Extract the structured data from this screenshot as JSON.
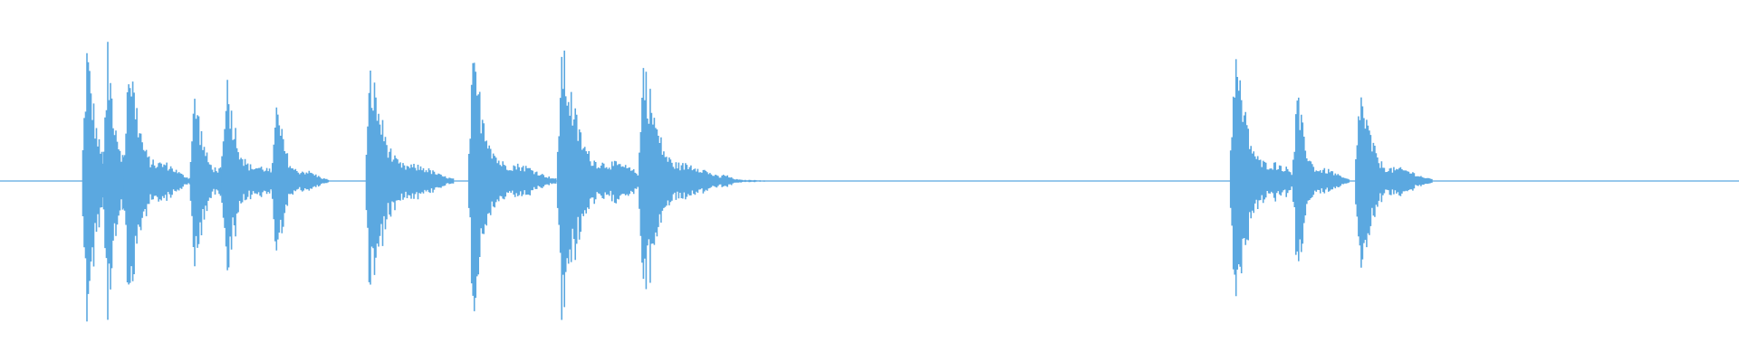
{
  "waveform": {
    "color": "#5ba8e0",
    "segments": [
      {
        "t": 0.05,
        "amp": 0.93,
        "decay": 0.05
      },
      {
        "t": 0.062,
        "amp": 0.88,
        "decay": 0.05
      },
      {
        "t": 0.074,
        "amp": 0.92,
        "decay": 0.06
      },
      {
        "t": 0.112,
        "amp": 0.62,
        "decay": 0.05
      },
      {
        "t": 0.13,
        "amp": 0.74,
        "decay": 0.06
      },
      {
        "t": 0.159,
        "amp": 0.52,
        "decay": 0.05
      },
      {
        "t": 0.213,
        "amp": 0.78,
        "decay": 0.08
      },
      {
        "t": 0.272,
        "amp": 0.82,
        "decay": 0.08
      },
      {
        "t": 0.323,
        "amp": 0.92,
        "decay": 0.09
      },
      {
        "t": 0.37,
        "amp": 0.84,
        "decay": 0.08
      },
      {
        "t": 0.416,
        "amp": 0.05,
        "decay": 0.05
      },
      {
        "t": 0.71,
        "amp": 0.9,
        "decay": 0.07
      },
      {
        "t": 0.746,
        "amp": 0.58,
        "decay": 0.05
      },
      {
        "t": 0.782,
        "amp": 0.63,
        "decay": 0.07
      }
    ]
  }
}
